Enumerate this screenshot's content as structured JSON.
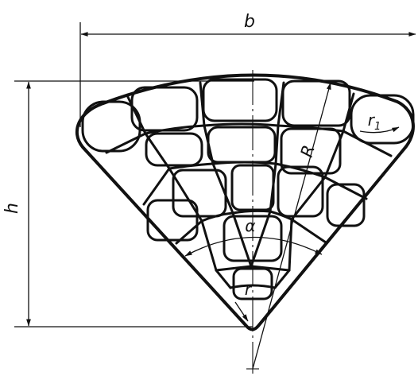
{
  "labels": {
    "width": "b",
    "height": "h",
    "outer_radius": "R",
    "corner_radius": "r",
    "outer_corner_radius": "r",
    "outer_corner_radius_sub": "1",
    "angle": "α"
  },
  "colors": {
    "line": "#111111",
    "background": "#ffffff"
  }
}
